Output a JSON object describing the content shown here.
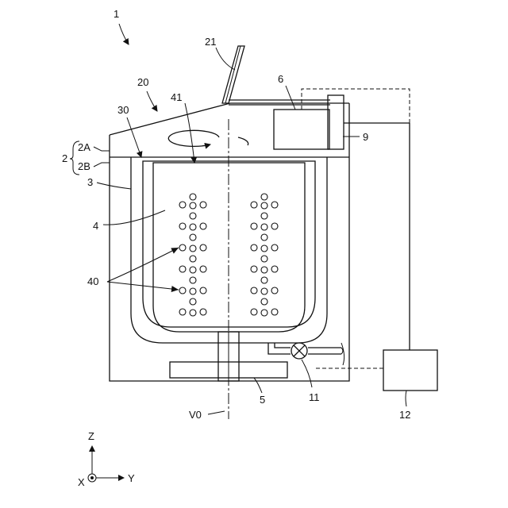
{
  "labels": {
    "device": "1",
    "lid": "21",
    "top_cover": "20",
    "motor_unit": "6",
    "lid_opening": "41",
    "outer_tub_rim": "30",
    "sensor": "9",
    "housing": "2",
    "housing_upper": "2A",
    "housing_lower": "2B",
    "outer_tub": "3",
    "drum": "4",
    "holes": "40",
    "drive_motor": "5",
    "drain_valve": "11",
    "controller": "12",
    "axis": "V0"
  },
  "axes": {
    "z": "Z",
    "x": "X",
    "y": "Y"
  }
}
